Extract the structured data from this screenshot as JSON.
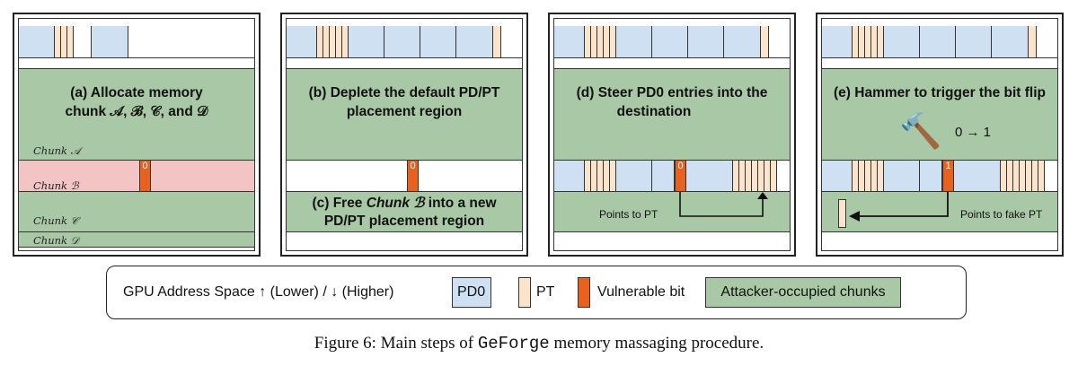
{
  "panels": {
    "a": {
      "title_line1": "(a) Allocate memory",
      "title_line2": "chunk 𝒜, ℬ, 𝒞, and 𝒟",
      "chunk_a": "Chunk 𝒜",
      "chunk_b": "Chunk ℬ",
      "chunk_c": "Chunk 𝒞",
      "chunk_d": "Chunk 𝒟",
      "bit": "0"
    },
    "b": {
      "title_line1": "(b) Deplete the default PD/PT",
      "title_line2": "placement region",
      "bit": "0",
      "sub_title_line1_prefix": "(c) Free ",
      "sub_title_line1_em": "Chunk ℬ",
      "sub_title_line1_suffix": " into a new",
      "sub_title_line2": "PD/PT placement region"
    },
    "d": {
      "title_line1": "(d) Steer PD0 entries into the",
      "title_line2": "destination",
      "bit": "0",
      "note": "Points to PT"
    },
    "e": {
      "title": "(e) Hammer to trigger the bit flip",
      "flip": "0 → 1",
      "bit": "1",
      "note": "Points to fake PT",
      "hammer_icon": "🔨"
    }
  },
  "legend": {
    "address_space": "GPU Address Space ↑ (Lower) / ↓ (Higher)",
    "pd0": "PD0",
    "pt": "PT",
    "vulnerable": "Vulnerable bit",
    "attacker": "Attacker-occupied chunks"
  },
  "caption": {
    "prefix": "Figure 6: Main steps of ",
    "name": "GeForge",
    "suffix": " memory massaging procedure."
  },
  "colors": {
    "pd0": "#cfe0f3",
    "pt": "#fbe3cc",
    "vulnerable": "#e8611f",
    "attacker": "#a9c9a6",
    "chunk_b": "#f2c4c4"
  }
}
